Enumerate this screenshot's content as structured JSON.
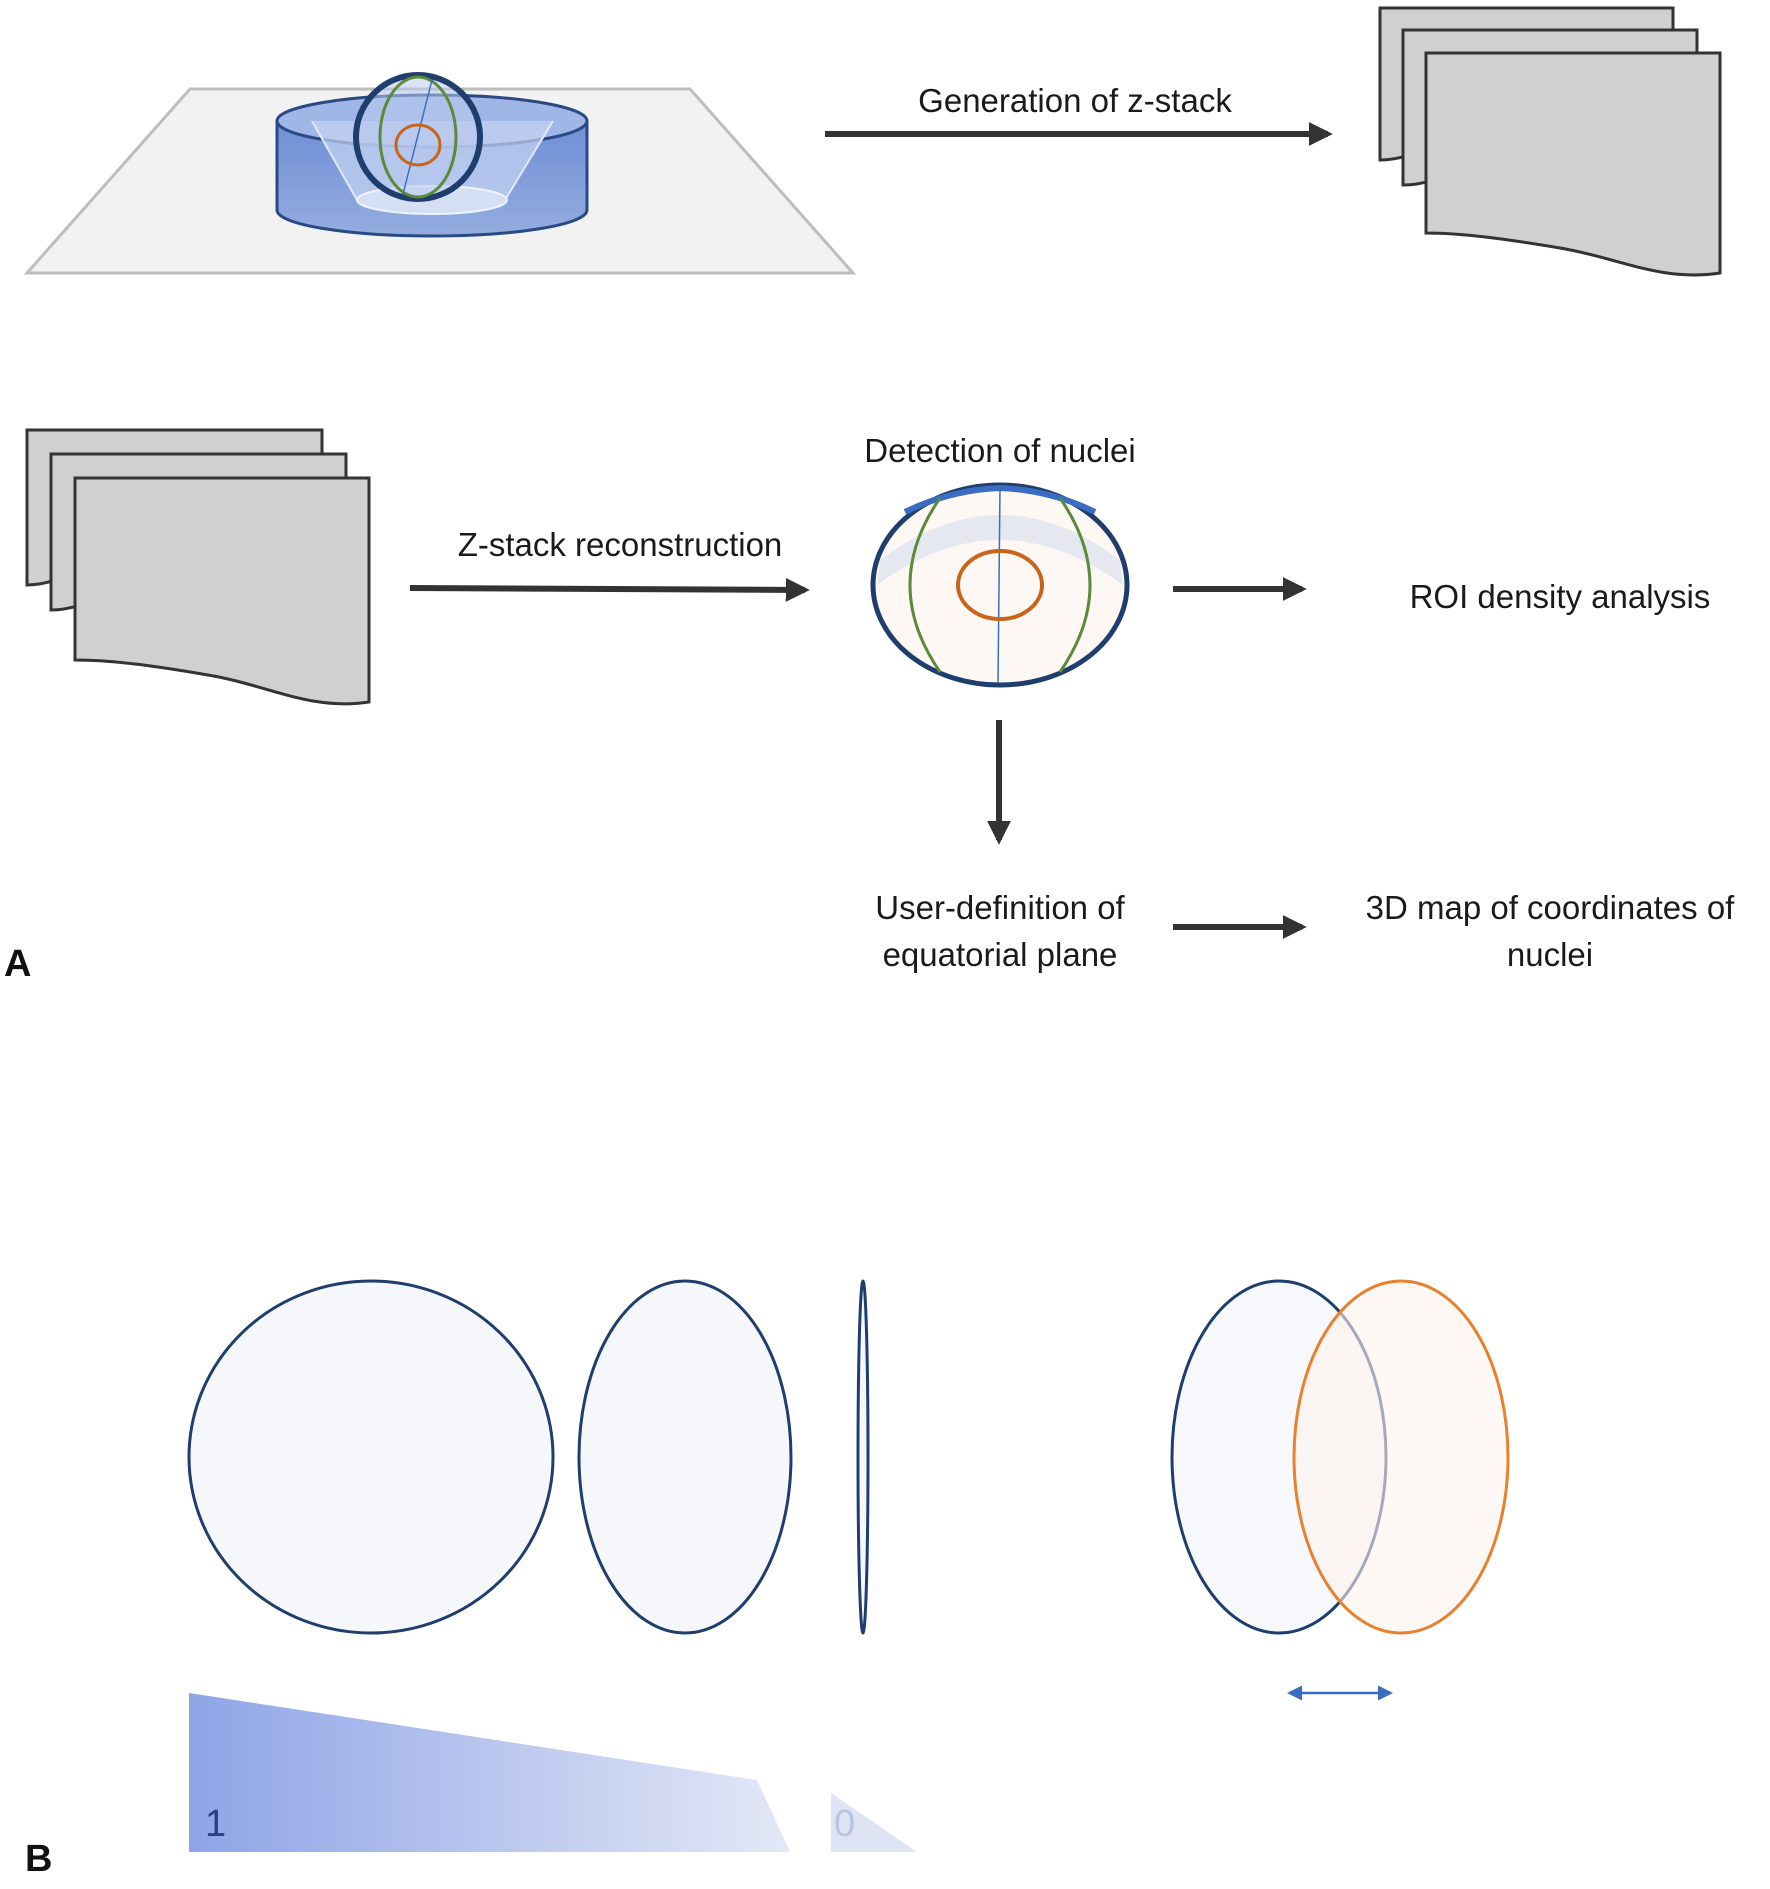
{
  "panels": {
    "a": "A",
    "b": "B"
  },
  "steps": {
    "generation": "Generation of z-stack",
    "reconstruction": "Z-stack reconstruction",
    "detection": "Detection of nuclei",
    "roi": "ROI density analysis",
    "user_def_line1": "User-definition of",
    "user_def_line2": "equatorial plane",
    "map_line1": "3D map of coordinates of",
    "map_line2": "nuclei"
  },
  "scale": {
    "high": "1",
    "low": "0"
  },
  "colors": {
    "organoid_outline": "#1f3e6e",
    "meridian": "#5a8a3a",
    "nucleus_ring": "#c8651b",
    "dish_fill": "#7e9cdb",
    "slide_fill": "#f2f2f2",
    "stack_fill": "#d0d0d0",
    "arrow": "#333333",
    "orange_ellipse": "#e8812e",
    "scale_start": "#8ea4e6",
    "scale_end": "#dde3f5",
    "double_arrow": "#3a6cc4"
  },
  "icons": [
    "right-arrow-icon",
    "down-arrow-icon",
    "double-arrow-icon",
    "z-stack-pages-icon"
  ]
}
